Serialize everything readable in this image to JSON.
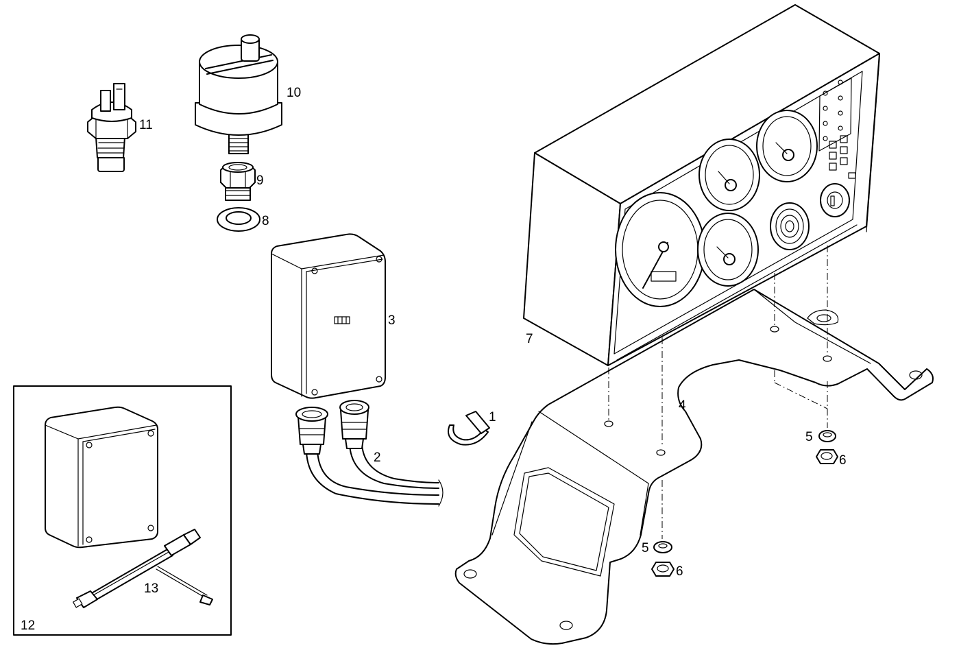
{
  "callouts": {
    "c1": "1",
    "c2": "2",
    "c3": "3",
    "c4": "4",
    "c5a": "5",
    "c6a": "6",
    "c5b": "5",
    "c6b": "6",
    "c7": "7",
    "c8": "8",
    "c9": "9",
    "c10": "10",
    "c11": "11",
    "c12": "12",
    "c13": "13"
  }
}
